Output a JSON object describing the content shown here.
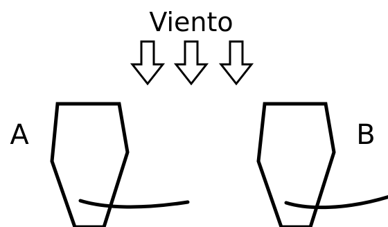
{
  "diagram": {
    "wind_label": "Viento",
    "label_a": "A",
    "label_b": "B",
    "wind_arrow_count": 3,
    "colors": {
      "stroke": "#000000",
      "fill": "#ffffff",
      "background": "#ffffff"
    }
  }
}
